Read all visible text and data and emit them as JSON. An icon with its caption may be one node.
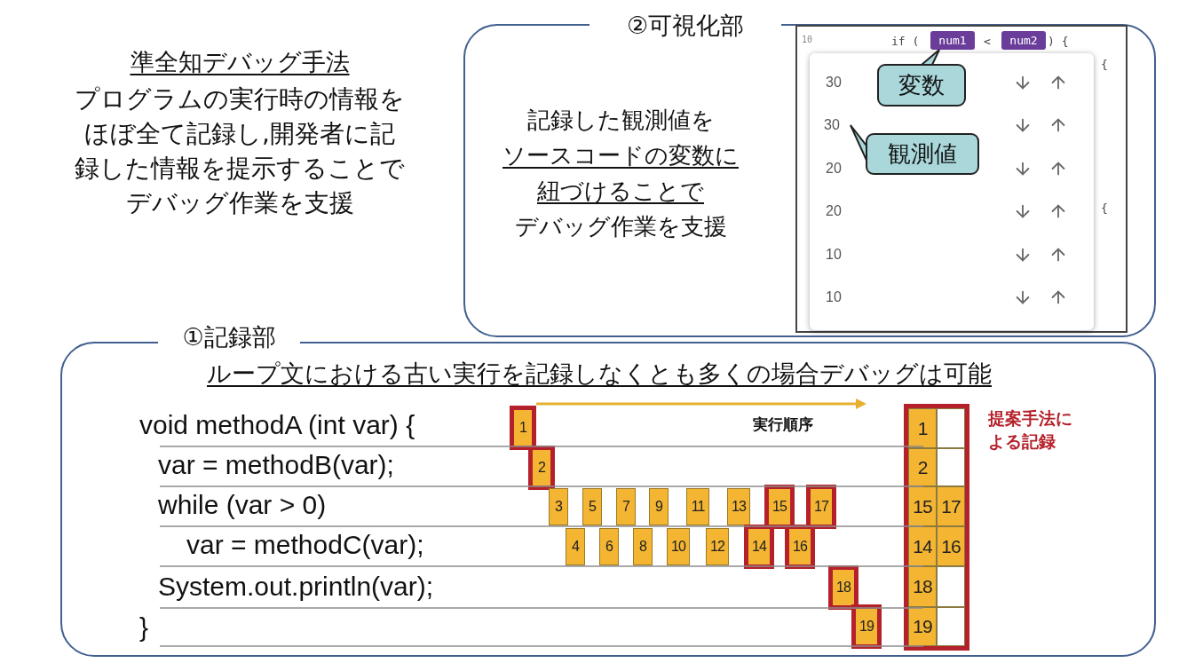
{
  "diagram": {
    "nodes": [
      {
        "text": [
          "②可視化部",
          "記録した観測値を",
          "ソースコードの変数に紐づけることで",
          "デバッグ作業を支援"
        ]
      },
      {
        "text": [],
        "shape": "box",
        "in": 0
      },
      {
        "text": [
          "num1"
        ],
        "in": 1
      },
      {
        "text": [
          "num2"
        ],
        "in": 1
      },
      {
        "text": [],
        "shape": "box",
        "in": 1
      },
      {
        "text": [
          "30"
        ],
        "in": 4
      },
      {
        "text": [
          "変数"
        ],
        "in": 4
      },
      {
        "text": [
          "観測値"
        ],
        "in": 4
      },
      {
        "text": [
          "①記録部",
          "ループ文における古い実行を記録しなくとも多くの場合デバッグは可能"
        ]
      },
      {
        "text": [
          "1"
        ],
        "in": 8
      },
      {
        "text": [
          "2"
        ],
        "in": 8
      },
      {
        "text": [
          "3"
        ],
        "in": 8
      },
      {
        "text": [
          "4"
        ],
        "in": 8
      },
      {
        "text": [
          "5"
        ],
        "in": 8
      },
      {
        "text": [
          "6"
        ],
        "in": 8
      },
      {
        "text": [
          "7"
        ],
        "in": 8
      },
      {
        "text": [
          "8"
        ],
        "in": 8
      },
      {
        "text": [
          "9"
        ],
        "in": 8
      },
      {
        "text": [
          "10"
        ],
        "in": 8
      },
      {
        "text": [
          "11"
        ],
        "in": 8
      },
      {
        "text": [
          "12"
        ],
        "in": 8
      },
      {
        "text": [
          "13"
        ],
        "in": 8
      },
      {
        "text": [
          "14"
        ],
        "in": 8
      },
      {
        "text": [
          "15"
        ],
        "in": 8
      },
      {
        "text": [
          "16"
        ],
        "in": 8
      },
      {
        "text": [
          "17"
        ],
        "in": 8
      },
      {
        "text": [
          "18"
        ],
        "in": 8
      },
      {
        "text": [
          "19"
        ],
        "in": 8
      },
      {
        "text": [],
        "shape": "box",
        "in": 8,
        "beside": [
          "提案手法による記録"
        ]
      },
      {
        "text": [
          "1"
        ],
        "in": 28
      },
      {
        "text": [],
        "shape": "box",
        "in": 28
      },
      {
        "text": [
          "2"
        ],
        "in": 28
      },
      {
        "text": [],
        "shape": "box",
        "in": 28
      },
      {
        "text": [
          "15"
        ],
        "in": 28
      },
      {
        "text": [
          "17"
        ],
        "in": 28
      },
      {
        "text": [
          "14"
        ],
        "in": 28
      },
      {
        "text": [
          "16"
        ],
        "in": 28
      },
      {
        "text": [
          "18"
        ],
        "in": 28
      },
      {
        "text": [],
        "shape": "box",
        "in": 28
      },
      {
        "text": [
          "19"
        ],
        "in": 28
      },
      {
        "text": [],
        "shape": "box",
        "in": 28
      }
    ],
    "edges": [
      {
        "from": 6,
        "to": 2,
        "arrow": "to"
      },
      {
        "from": 7,
        "to": 5,
        "arrow": "to"
      }
    ],
    "labels": [
      "準全知デバッグ手法",
      "プログラムの実行時の情報をほぼ全て記録し,開発者に記録した情報を提示することでデバッグ作業を支援",
      "10",
      "if (",
      "<",
      ") {",
      "{",
      "30",
      "20",
      "{",
      "20",
      "10",
      "10",
      "void methodA (int var) {",
      "var = methodB(var);",
      "while (var > 0)",
      "var = methodC(var);",
      "System.out.println(var);",
      "}",
      "実行順序"
    ]
  }
}
